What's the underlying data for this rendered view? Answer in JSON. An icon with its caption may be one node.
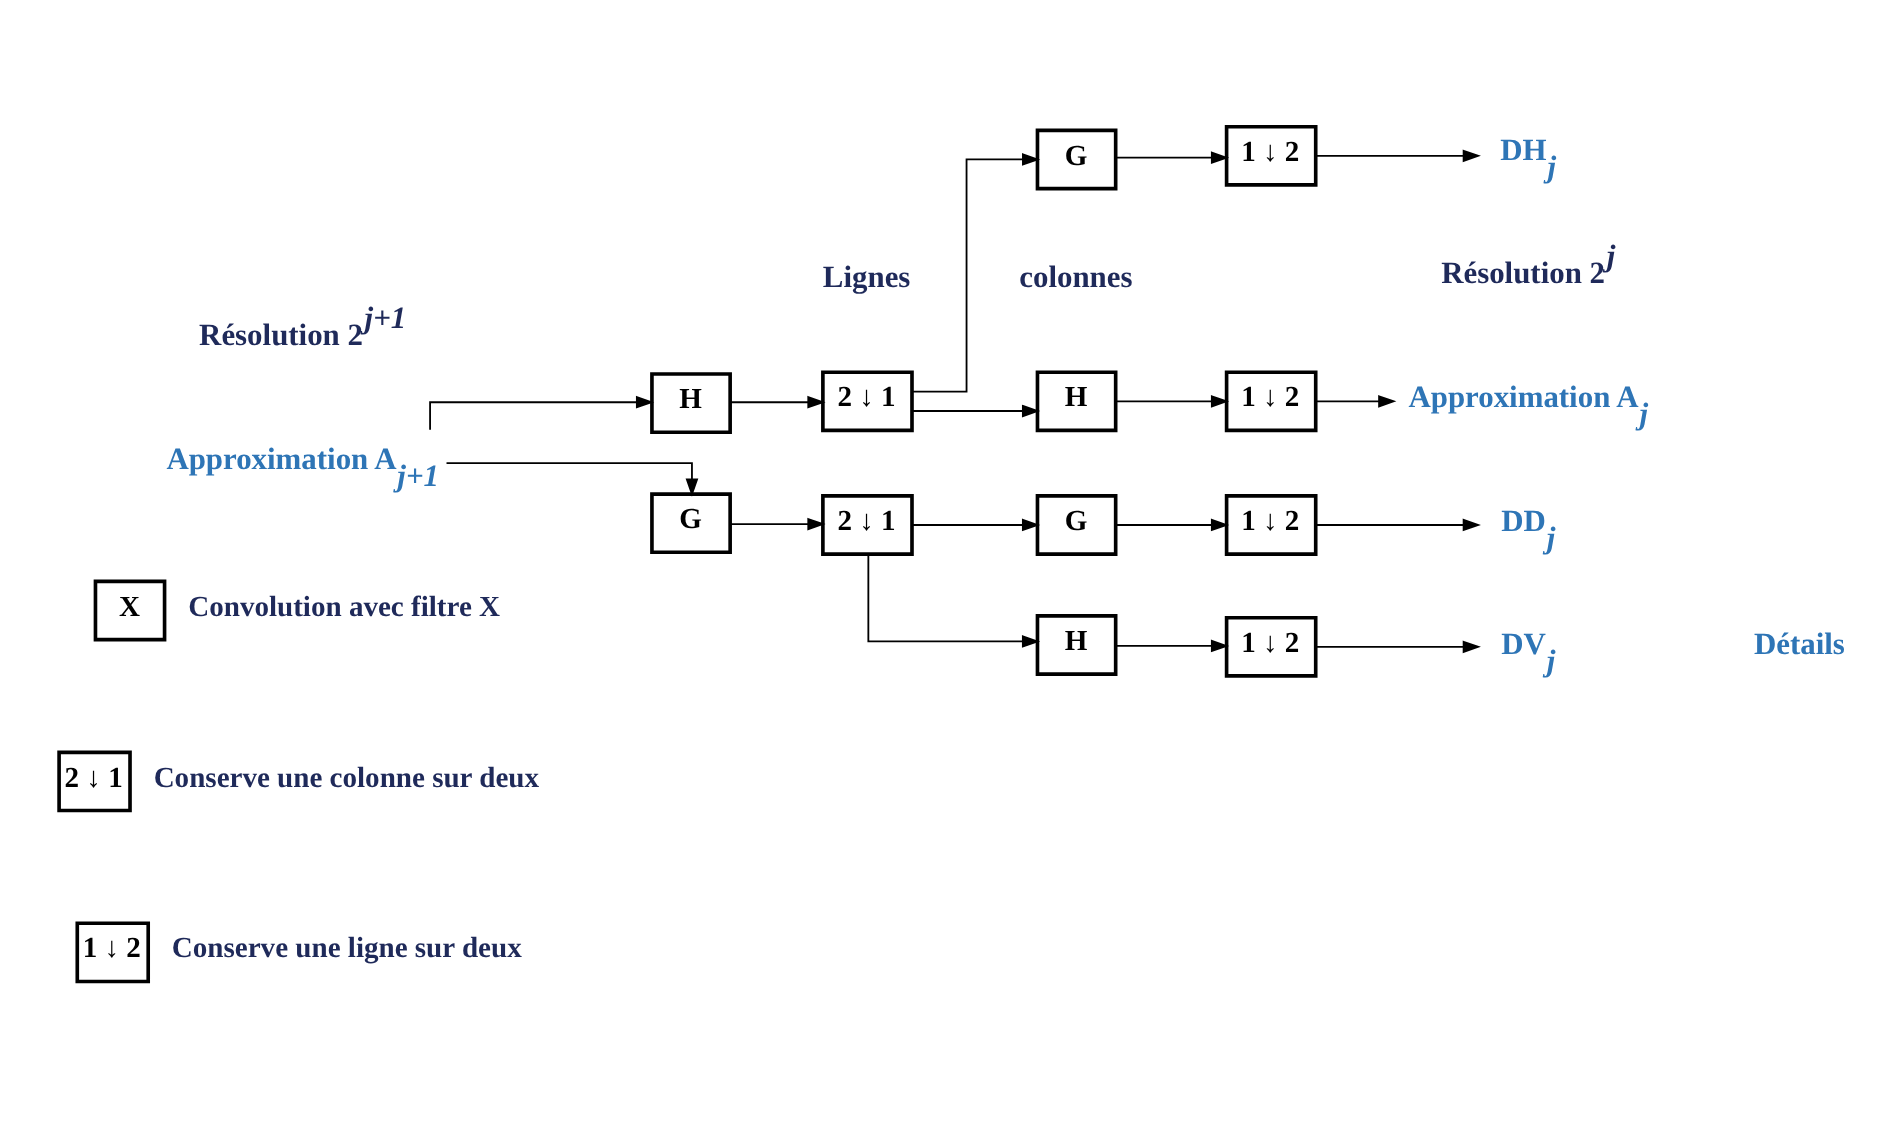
{
  "diagram": {
    "nodes": [
      {
        "text": [
          "Approximation A$_{j+1}$"
        ]
      },
      {
        "text": [
          "H"
        ]
      },
      {
        "text": [
          "2 ↓ 1"
        ]
      },
      {
        "text": [
          "G"
        ]
      },
      {
        "text": [
          "2 ↓ 1"
        ]
      },
      {
        "text": [
          "H"
        ]
      },
      {
        "text": [
          "1 ↓ 2"
        ]
      },
      {
        "text": [
          "Approximation A$_{j}$"
        ]
      },
      {
        "text": [
          "G"
        ]
      },
      {
        "text": [
          "1 ↓ 2"
        ]
      },
      {
        "text": [
          "DH$_{j}$"
        ]
      },
      {
        "text": [
          "H"
        ]
      },
      {
        "text": [
          "1 ↓ 2"
        ]
      },
      {
        "text": [
          "DV$_{j}$"
        ]
      },
      {
        "text": [
          "G"
        ]
      },
      {
        "text": [
          "1 ↓ 2"
        ]
      },
      {
        "text": [
          "DD$_{j}$"
        ]
      },
      {
        "text": [
          "X"
        ],
        "beside": [
          "Convolution avec filtre X"
        ]
      },
      {
        "text": [
          "2 ↓ 1"
        ],
        "beside": [
          "Conserve une colonne sur deux"
        ]
      },
      {
        "text": [
          "1 ↓ 2"
        ],
        "beside": [
          "Conserve une ligne sur deux"
        ]
      }
    ],
    "edges": [
      {
        "from": 0,
        "to": 1,
        "arrow": "to"
      },
      {
        "from": 0,
        "to": 3,
        "arrow": "to"
      },
      {
        "from": 1,
        "to": 2,
        "arrow": "to"
      },
      {
        "from": 3,
        "to": 4,
        "arrow": "to"
      },
      {
        "from": 2,
        "to": 5,
        "arrow": "to"
      },
      {
        "from": 2,
        "to": 8,
        "arrow": "to"
      },
      {
        "from": 4,
        "to": 11,
        "arrow": "to"
      },
      {
        "from": 4,
        "to": 14,
        "arrow": "to"
      },
      {
        "from": 5,
        "to": 6,
        "arrow": "to"
      },
      {
        "from": 6,
        "to": 7,
        "arrow": "to"
      },
      {
        "from": 8,
        "to": 9,
        "arrow": "to"
      },
      {
        "from": 9,
        "to": 10,
        "arrow": "to"
      },
      {
        "from": 11,
        "to": 12,
        "arrow": "to"
      },
      {
        "from": 12,
        "to": 13,
        "arrow": "to"
      },
      {
        "from": 14,
        "to": 15,
        "arrow": "to"
      },
      {
        "from": 15,
        "to": 16,
        "arrow": "to"
      }
    ],
    "labels": [
      "Résolution 2$^{j+1}$",
      "Résolution 2$^{j}$",
      "Lignes",
      "colonnes",
      "Détails"
    ]
  }
}
